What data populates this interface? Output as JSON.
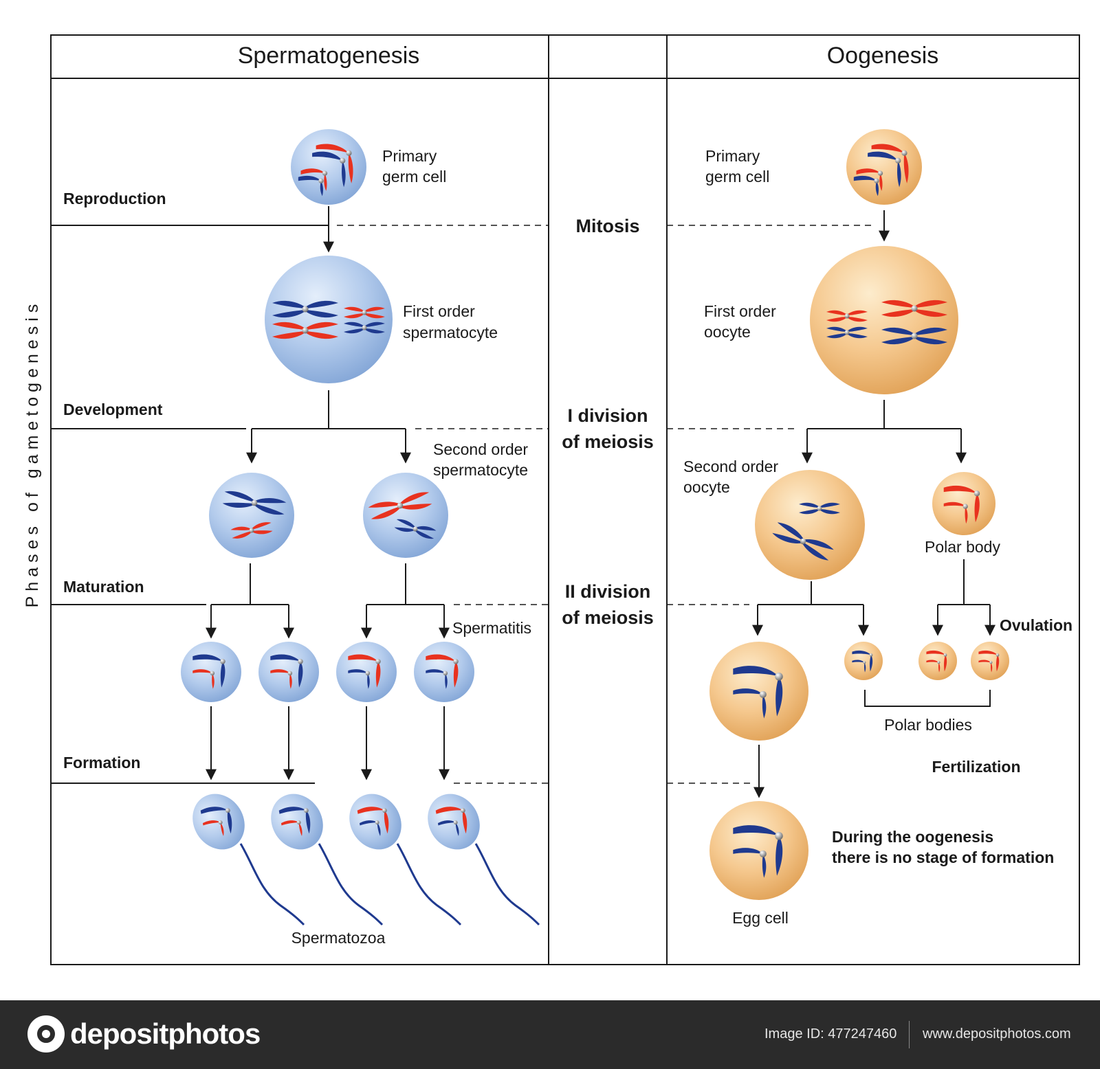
{
  "headers": {
    "left": "Spermatogenesis",
    "right": "Oogenesis"
  },
  "side_title": "Phases of gametogenesis",
  "phases": [
    "Reproduction",
    "Development",
    "Maturation",
    "Formation"
  ],
  "middle": {
    "mitosis": "Mitosis",
    "div1_line1": "I division",
    "div1_line2": "of meiosis",
    "div2_line1": "II division",
    "div2_line2": "of meiosis"
  },
  "sperm": {
    "primary_line1": "Primary",
    "primary_line2": "germ cell",
    "first_line1": "First order",
    "first_line2": "spermatocyte",
    "second_line1": "Second order",
    "second_line2": "spermatocyte",
    "spermatitis": "Spermatitis",
    "spermatozoa": "Spermatozoa"
  },
  "oo": {
    "primary_line1": "Primary",
    "primary_line2": "germ cell",
    "first_line1": "First order",
    "first_line2": "oocyte",
    "second_line1": "Second order",
    "second_line2": "oocyte",
    "polar_body": "Polar body",
    "ovulation": "Ovulation",
    "polar_bodies": "Polar bodies",
    "fertilization": "Fertilization",
    "note_line1": "During the oogenesis",
    "note_line2": "there is no stage of formation",
    "egg_cell": "Egg cell"
  },
  "footer": {
    "brand": "depositphotos",
    "image_id": "Image ID: 477247460",
    "site": "www.depositphotos.com"
  },
  "colors": {
    "sperm_cell": "#a9c6ec",
    "oo_cell": "#f3c488",
    "chrom_red": "#e8321f",
    "chrom_blue": "#1f3a8f",
    "footer_bg": "#2b2b2b"
  }
}
